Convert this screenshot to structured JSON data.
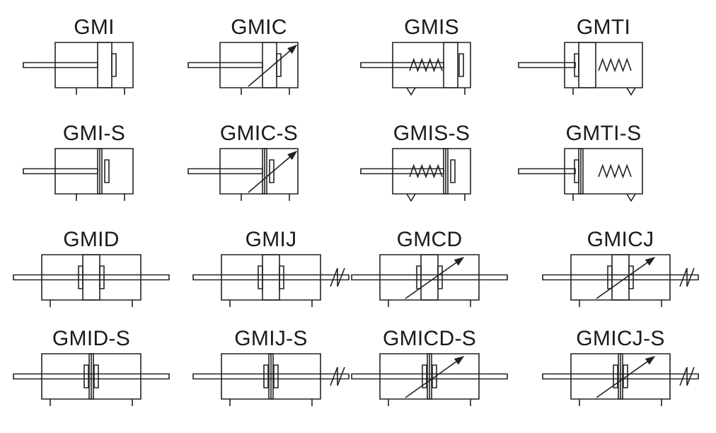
{
  "stroke_color": "#222222",
  "symbols": [
    {
      "label": "GMI",
      "icon": "single-acting-cylinder-icon",
      "kind": "single",
      "cushion": false,
      "spring": false,
      "double_piston": false
    },
    {
      "label": "GMIC",
      "icon": "adjustable-cylinder-icon",
      "kind": "single",
      "cushion": true,
      "spring": false,
      "double_piston": false
    },
    {
      "label": "GMIS",
      "icon": "spring-cylinder-icon",
      "kind": "spring_front",
      "cushion": false,
      "spring": true,
      "double_piston": false
    },
    {
      "label": "GMTI",
      "icon": "spring-return-cylinder-icon",
      "kind": "spring_rear",
      "cushion": false,
      "spring": true,
      "double_piston": false
    },
    {
      "label": "GMI-S",
      "icon": "single-acting-cylinder-magnet-icon",
      "kind": "single",
      "cushion": false,
      "spring": false,
      "double_piston": true
    },
    {
      "label": "GMIC-S",
      "icon": "adjustable-cylinder-magnet-icon",
      "kind": "single",
      "cushion": true,
      "spring": false,
      "double_piston": true
    },
    {
      "label": "GMIS-S",
      "icon": "spring-cylinder-magnet-icon",
      "kind": "spring_front",
      "cushion": false,
      "spring": true,
      "double_piston": true
    },
    {
      "label": "GMTI-S",
      "icon": "spring-return-cylinder-magnet-icon",
      "kind": "spring_rear",
      "cushion": false,
      "spring": true,
      "double_piston": true
    },
    {
      "label": "GMID",
      "icon": "double-rod-cylinder-icon",
      "kind": "double",
      "cushion": false,
      "spring": false,
      "double_piston": false,
      "break_mark": false
    },
    {
      "label": "GMIJ",
      "icon": "double-rod-adjustable-stroke-icon",
      "kind": "double",
      "cushion": false,
      "spring": false,
      "double_piston": false,
      "break_mark": true
    },
    {
      "label": "GMCD",
      "icon": "double-rod-cushion-cylinder-icon",
      "kind": "double",
      "cushion": true,
      "spring": false,
      "double_piston": false,
      "break_mark": false
    },
    {
      "label": "GMICJ",
      "icon": "double-rod-cushion-adjustable-icon",
      "kind": "double",
      "cushion": true,
      "spring": false,
      "double_piston": false,
      "break_mark": true
    },
    {
      "label": "GMID-S",
      "icon": "double-rod-cylinder-magnet-icon",
      "kind": "double",
      "cushion": false,
      "spring": false,
      "double_piston": true,
      "break_mark": false
    },
    {
      "label": "GMIJ-S",
      "icon": "double-rod-adjustable-stroke-magnet-icon",
      "kind": "double",
      "cushion": false,
      "spring": false,
      "double_piston": true,
      "break_mark": true
    },
    {
      "label": "GMICD-S",
      "icon": "double-rod-cushion-cylinder-magnet-icon",
      "kind": "double",
      "cushion": true,
      "spring": false,
      "double_piston": true,
      "break_mark": false
    },
    {
      "label": "GMICJ-S",
      "icon": "double-rod-cushion-adjustable-magnet-icon",
      "kind": "double",
      "cushion": true,
      "spring": false,
      "double_piston": true,
      "break_mark": true
    }
  ]
}
